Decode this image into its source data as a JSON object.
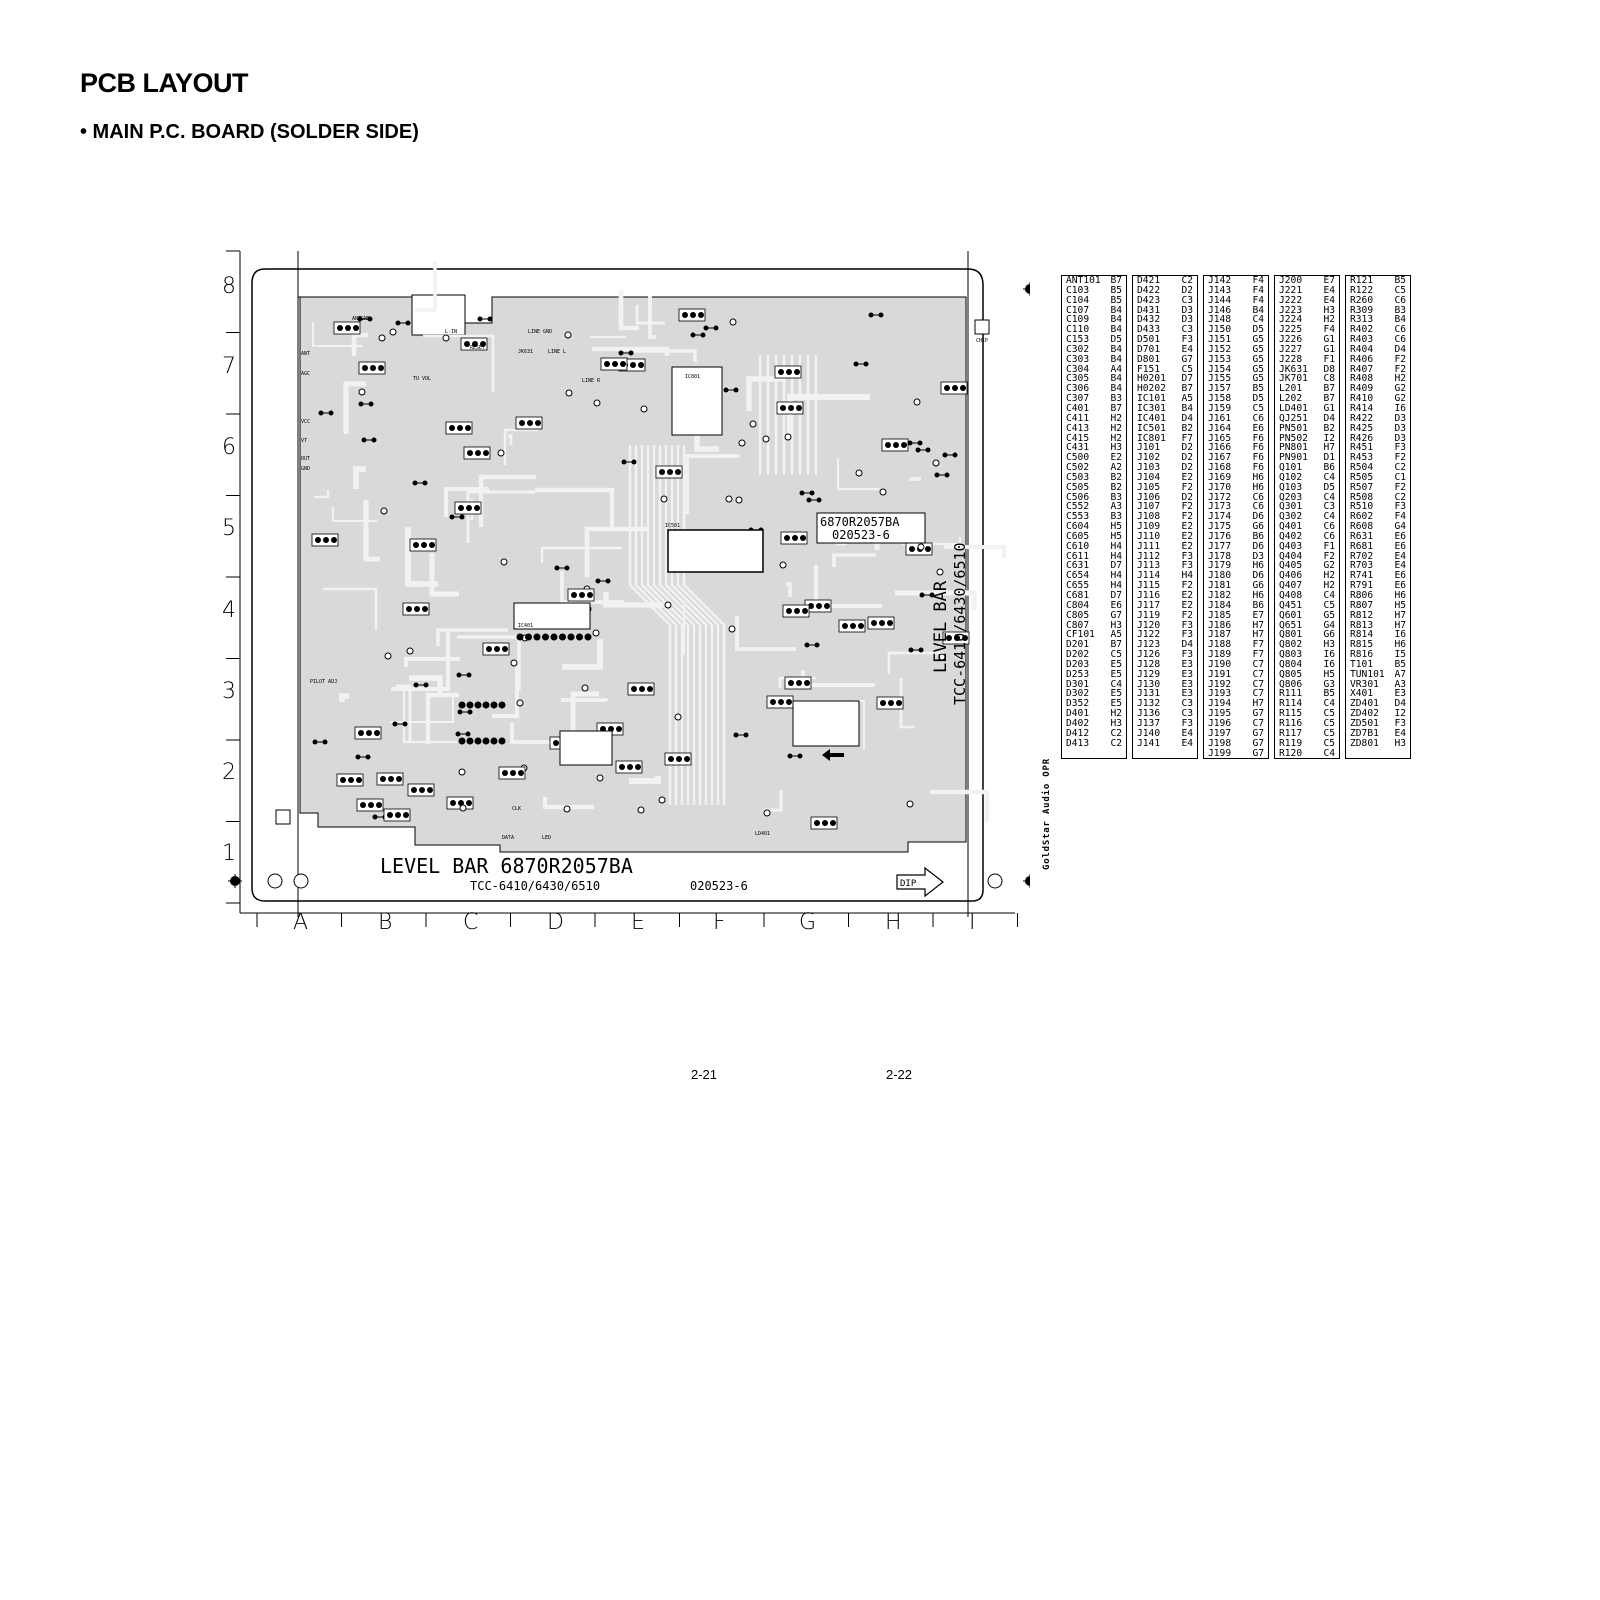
{
  "page": {
    "title": "PCB LAYOUT",
    "subtitle": "• MAIN P.C. BOARD (SOLDER SIDE)",
    "page_numbers": [
      "2-21",
      "2-22"
    ]
  },
  "board": {
    "row_labels": [
      "8",
      "7",
      "6",
      "5",
      "4",
      "3",
      "2",
      "1"
    ],
    "col_labels": [
      "A",
      "B",
      "C",
      "D",
      "E",
      "F",
      "G",
      "H",
      "I"
    ],
    "silkscreen_bottom_1": "LEVEL  BAR  6870R2057BA",
    "silkscreen_bottom_2": "TCC-6410/6430/6510",
    "silkscreen_bottom_3": "020523-6",
    "silkscreen_box_1": "6870R2057BA",
    "silkscreen_box_2": "020523-6",
    "silkscreen_vertical_1": "LEVEL BAR",
    "silkscreen_vertical_2": "TCC-6410/6430/6510",
    "dip_label": "DIP",
    "chip_label": "CHIP",
    "labels": {
      "ant": "ANT",
      "antgnd": "ANTGND",
      "line_gnd": "LINE GND",
      "line_l": "LINE L",
      "line_r": "LINE R",
      "l_in": "L-IN",
      "reset": "RESET",
      "tu_vol": "TU VOL",
      "gnd": "GND",
      "vcc": "VCC",
      "vt": "VT",
      "agc": "AGC",
      "out": "OUT",
      "pilot_adj": "PILOT ADJ",
      "led": "LED",
      "data": "DATA",
      "clk": "CLK",
      "ic501": "IC501",
      "ic401": "IC401",
      "ic801": "IC801",
      "jk631": "JK631",
      "ld401": "LD401"
    }
  },
  "side_label": "GoldStar Audio OPR",
  "reference_table": [
    [
      [
        "ANT101",
        "B7"
      ],
      [
        "C103",
        "B5"
      ],
      [
        "C104",
        "B5"
      ],
      [
        "C107",
        "B4"
      ],
      [
        "C109",
        "B4"
      ],
      [
        "C110",
        "B4"
      ],
      [
        "C153",
        "D5"
      ],
      [
        "C302",
        "B4"
      ],
      [
        "C303",
        "B4"
      ],
      [
        "C304",
        "A4"
      ],
      [
        "C305",
        "B4"
      ],
      [
        "C306",
        "B4"
      ],
      [
        "C307",
        "B3"
      ],
      [
        "C401",
        "B7"
      ],
      [
        "C411",
        "H2"
      ],
      [
        "C413",
        "H2"
      ],
      [
        "C415",
        "H2"
      ],
      [
        "C431",
        "H3"
      ],
      [
        "C500",
        "E2"
      ],
      [
        "C502",
        "A2"
      ],
      [
        "C503",
        "B2"
      ],
      [
        "C505",
        "B2"
      ],
      [
        "C506",
        "B3"
      ],
      [
        "C552",
        "A3"
      ],
      [
        "C553",
        "B3"
      ],
      [
        "C604",
        "H5"
      ],
      [
        "C605",
        "H5"
      ],
      [
        "C610",
        "H4"
      ],
      [
        "C611",
        "H4"
      ],
      [
        "C631",
        "D7"
      ],
      [
        "C654",
        "H4"
      ],
      [
        "C655",
        "H4"
      ],
      [
        "C681",
        "D7"
      ],
      [
        "C804",
        "E6"
      ],
      [
        "C805",
        "G7"
      ],
      [
        "C807",
        "H3"
      ],
      [
        "CF101",
        "A5"
      ],
      [
        "D201",
        "B7"
      ],
      [
        "D202",
        "C5"
      ],
      [
        "D203",
        "E5"
      ],
      [
        "D253",
        "E5"
      ],
      [
        "D301",
        "C4"
      ],
      [
        "D302",
        "E5"
      ],
      [
        "D352",
        "E5"
      ],
      [
        "D401",
        "H2"
      ],
      [
        "D402",
        "H3"
      ],
      [
        "D412",
        "C2"
      ],
      [
        "D413",
        "C2"
      ]
    ],
    [
      [
        "D421",
        "C2"
      ],
      [
        "D422",
        "D2"
      ],
      [
        "D423",
        "C3"
      ],
      [
        "D431",
        "D3"
      ],
      [
        "D432",
        "D3"
      ],
      [
        "D433",
        "C3"
      ],
      [
        "D501",
        "F3"
      ],
      [
        "D701",
        "E4"
      ],
      [
        "D801",
        "G7"
      ],
      [
        "F151",
        "C5"
      ],
      [
        "H0201",
        "D7"
      ],
      [
        "H0202",
        "B7"
      ],
      [
        "IC101",
        "A5"
      ],
      [
        "IC301",
        "B4"
      ],
      [
        "IC401",
        "D4"
      ],
      [
        "IC501",
        "B2"
      ],
      [
        "IC801",
        "F7"
      ],
      [
        "J101",
        "D2"
      ],
      [
        "J102",
        "D2"
      ],
      [
        "J103",
        "D2"
      ],
      [
        "J104",
        "E2"
      ],
      [
        "J105",
        "F2"
      ],
      [
        "J106",
        "D2"
      ],
      [
        "J107",
        "F2"
      ],
      [
        "J108",
        "F2"
      ],
      [
        "J109",
        "E2"
      ],
      [
        "J110",
        "E2"
      ],
      [
        "J111",
        "E2"
      ],
      [
        "J112",
        "F3"
      ],
      [
        "J113",
        "F3"
      ],
      [
        "J114",
        "H4"
      ],
      [
        "J115",
        "F2"
      ],
      [
        "J116",
        "E2"
      ],
      [
        "J117",
        "E2"
      ],
      [
        "J119",
        "F2"
      ],
      [
        "J120",
        "F3"
      ],
      [
        "J122",
        "F3"
      ],
      [
        "J123",
        "D4"
      ],
      [
        "J126",
        "F3"
      ],
      [
        "J128",
        "E3"
      ],
      [
        "J129",
        "E3"
      ],
      [
        "J130",
        "E3"
      ],
      [
        "J131",
        "E3"
      ],
      [
        "J132",
        "C3"
      ],
      [
        "J136",
        "C3"
      ],
      [
        "J137",
        "F3"
      ],
      [
        "J140",
        "E4"
      ],
      [
        "J141",
        "E4"
      ]
    ],
    [
      [
        "J142",
        "F4"
      ],
      [
        "J143",
        "F4"
      ],
      [
        "J144",
        "F4"
      ],
      [
        "J146",
        "B4"
      ],
      [
        "J148",
        "C4"
      ],
      [
        "J150",
        "D5"
      ],
      [
        "J151",
        "G5"
      ],
      [
        "J152",
        "G5"
      ],
      [
        "J153",
        "G5"
      ],
      [
        "J154",
        "G5"
      ],
      [
        "J155",
        "G5"
      ],
      [
        "J157",
        "B5"
      ],
      [
        "J158",
        "D5"
      ],
      [
        "J159",
        "C5"
      ],
      [
        "J161",
        "C6"
      ],
      [
        "J164",
        "E6"
      ],
      [
        "J165",
        "F6"
      ],
      [
        "J166",
        "F6"
      ],
      [
        "J167",
        "F6"
      ],
      [
        "J168",
        "F6"
      ],
      [
        "J169",
        "H6"
      ],
      [
        "J170",
        "H6"
      ],
      [
        "J172",
        "C6"
      ],
      [
        "J173",
        "C6"
      ],
      [
        "J174",
        "D6"
      ],
      [
        "J175",
        "G6"
      ],
      [
        "J176",
        "B6"
      ],
      [
        "J177",
        "D6"
      ],
      [
        "J178",
        "D3"
      ],
      [
        "J179",
        "H6"
      ],
      [
        "J180",
        "D6"
      ],
      [
        "J181",
        "G6"
      ],
      [
        "J182",
        "H6"
      ],
      [
        "J184",
        "B6"
      ],
      [
        "J185",
        "E7"
      ],
      [
        "J186",
        "H7"
      ],
      [
        "J187",
        "H7"
      ],
      [
        "J188",
        "F7"
      ],
      [
        "J189",
        "F7"
      ],
      [
        "J190",
        "C7"
      ],
      [
        "J191",
        "C7"
      ],
      [
        "J192",
        "C7"
      ],
      [
        "J193",
        "C7"
      ],
      [
        "J194",
        "H7"
      ],
      [
        "J195",
        "G7"
      ],
      [
        "J196",
        "C7"
      ],
      [
        "J197",
        "G7"
      ],
      [
        "J198",
        "G7"
      ],
      [
        "J199",
        "G7"
      ]
    ],
    [
      [
        "J200",
        "E7"
      ],
      [
        "J221",
        "E4"
      ],
      [
        "J222",
        "E4"
      ],
      [
        "J223",
        "H3"
      ],
      [
        "J224",
        "H2"
      ],
      [
        "J225",
        "F4"
      ],
      [
        "J226",
        "G1"
      ],
      [
        "J227",
        "G1"
      ],
      [
        "J228",
        "F1"
      ],
      [
        "JK631",
        "D8"
      ],
      [
        "JK701",
        "C8"
      ],
      [
        "L201",
        "B7"
      ],
      [
        "L202",
        "B7"
      ],
      [
        "LD401",
        "G1"
      ],
      [
        "QJ251",
        "D4"
      ],
      [
        "PN501",
        "B2"
      ],
      [
        "PN502",
        "I2"
      ],
      [
        "PN801",
        "H7"
      ],
      [
        "PN901",
        "D1"
      ],
      [
        "Q101",
        "B6"
      ],
      [
        "Q102",
        "C4"
      ],
      [
        "Q103",
        "D5"
      ],
      [
        "Q203",
        "C4"
      ],
      [
        "Q301",
        "C3"
      ],
      [
        "Q302",
        "C4"
      ],
      [
        "Q401",
        "C6"
      ],
      [
        "Q402",
        "C6"
      ],
      [
        "Q403",
        "F1"
      ],
      [
        "Q404",
        "F2"
      ],
      [
        "Q405",
        "G2"
      ],
      [
        "Q406",
        "H2"
      ],
      [
        "Q407",
        "H2"
      ],
      [
        "Q408",
        "C4"
      ],
      [
        "Q451",
        "C5"
      ],
      [
        "Q601",
        "G5"
      ],
      [
        "Q651",
        "G4"
      ],
      [
        "Q801",
        "G6"
      ],
      [
        "Q802",
        "H3"
      ],
      [
        "Q803",
        "I6"
      ],
      [
        "Q804",
        "I6"
      ],
      [
        "Q805",
        "H5"
      ],
      [
        "Q806",
        "G3"
      ],
      [
        "R111",
        "B5"
      ],
      [
        "R114",
        "C4"
      ],
      [
        "R115",
        "C5"
      ],
      [
        "R116",
        "C5"
      ],
      [
        "R117",
        "C5"
      ],
      [
        "R119",
        "C5"
      ],
      [
        "R120",
        "C4"
      ]
    ],
    [
      [
        "R121",
        "B5"
      ],
      [
        "R122",
        "C5"
      ],
      [
        "R260",
        "C6"
      ],
      [
        "R309",
        "B3"
      ],
      [
        "R313",
        "B4"
      ],
      [
        "R402",
        "C6"
      ],
      [
        "R403",
        "C6"
      ],
      [
        "R404",
        "D4"
      ],
      [
        "R406",
        "F2"
      ],
      [
        "R407",
        "F2"
      ],
      [
        "R408",
        "H2"
      ],
      [
        "R409",
        "G2"
      ],
      [
        "R410",
        "G2"
      ],
      [
        "R414",
        "I6"
      ],
      [
        "R422",
        "D3"
      ],
      [
        "R425",
        "D3"
      ],
      [
        "R426",
        "D3"
      ],
      [
        "R451",
        "F3"
      ],
      [
        "R453",
        "F2"
      ],
      [
        "R504",
        "C2"
      ],
      [
        "R505",
        "C1"
      ],
      [
        "R507",
        "F2"
      ],
      [
        "R508",
        "C2"
      ],
      [
        "R510",
        "F3"
      ],
      [
        "R602",
        "F4"
      ],
      [
        "R608",
        "G4"
      ],
      [
        "R631",
        "E6"
      ],
      [
        "R681",
        "E6"
      ],
      [
        "R702",
        "E4"
      ],
      [
        "R703",
        "E4"
      ],
      [
        "R741",
        "E6"
      ],
      [
        "R791",
        "E6"
      ],
      [
        "R806",
        "H6"
      ],
      [
        "R807",
        "H5"
      ],
      [
        "R812",
        "H7"
      ],
      [
        "R813",
        "H7"
      ],
      [
        "R814",
        "I6"
      ],
      [
        "R815",
        "H6"
      ],
      [
        "R816",
        "I5"
      ],
      [
        "T101",
        "B5"
      ],
      [
        "TUN101",
        "A7"
      ],
      [
        "VR301",
        "A3"
      ],
      [
        "X401",
        "E3"
      ],
      [
        "ZD401",
        "D4"
      ],
      [
        "ZD402",
        "I2"
      ],
      [
        "ZD501",
        "F3"
      ],
      [
        "ZD7B1",
        "E4"
      ],
      [
        "ZD801",
        "H3"
      ]
    ]
  ],
  "colors": {
    "ink": "#000000",
    "board_fill": "#d9d9d9",
    "trace": "#f2f2f2"
  }
}
